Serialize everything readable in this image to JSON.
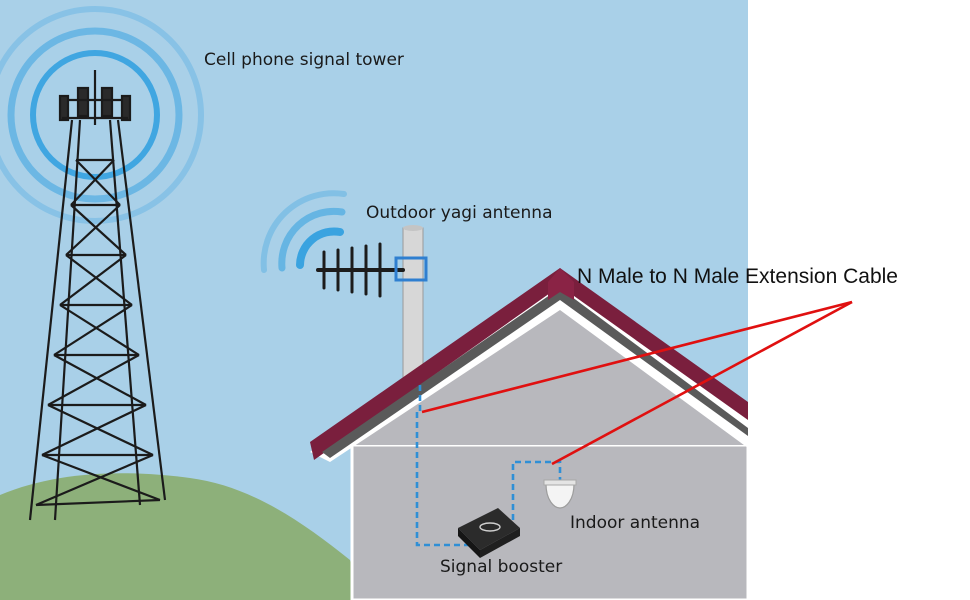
{
  "labels": {
    "tower": "Cell phone signal tower",
    "yagi": "Outdoor yagi antenna",
    "cable": "N Male to N Male Extension Cable",
    "indoor": "Indoor antenna",
    "booster": "Signal booster"
  },
  "colors": {
    "sky": "#a9d0e8",
    "hill": "#8db07a",
    "roof": "#7a1f3d",
    "wall": "#b8b8bd",
    "signal": "#3aa3e0",
    "cable_dashed": "#2f8fd6",
    "leader": "#e01010"
  }
}
